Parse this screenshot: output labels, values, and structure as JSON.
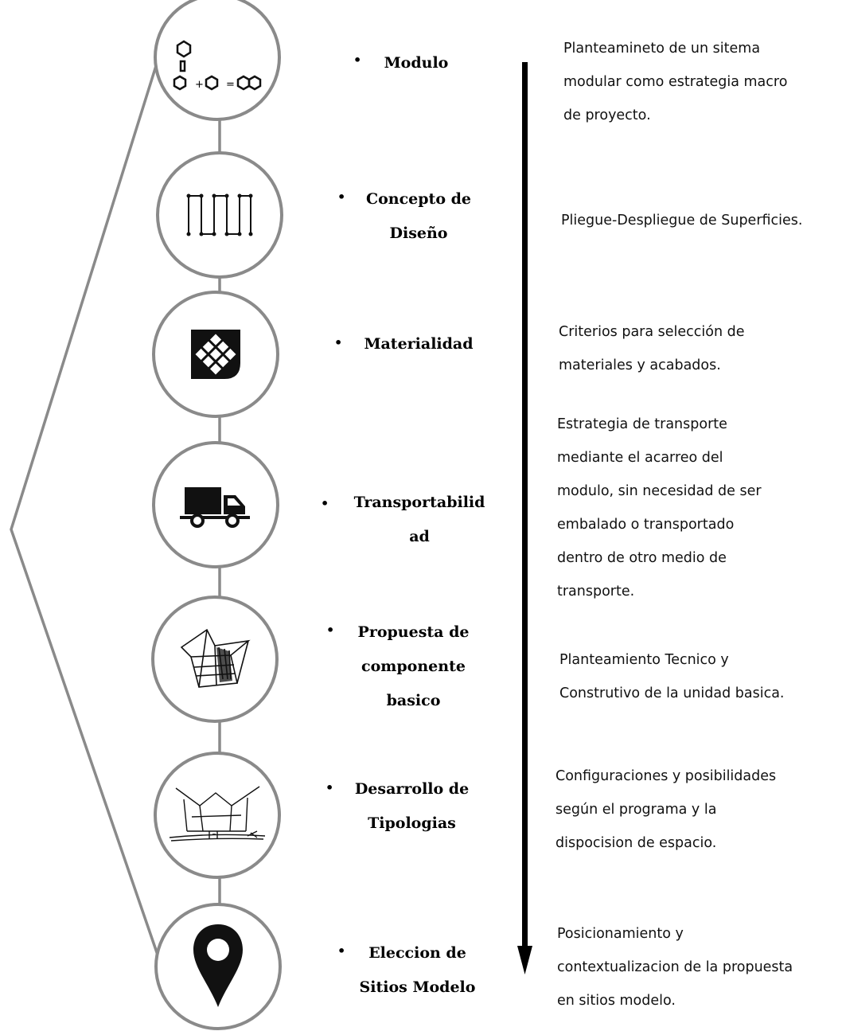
{
  "steps": [
    {
      "title_lines": [
        "Modulo"
      ],
      "description": [
        "Planteamineto de un sitema",
        "modular como estrategia macro",
        "de proyecto."
      ],
      "icon": "modular-cubes-icon"
    },
    {
      "title_lines": [
        "Concepto de",
        "Diseño"
      ],
      "description": [
        "Pliegue-Despliegue de Superficies."
      ],
      "icon": "fold-unfold-icon"
    },
    {
      "title_lines": [
        "Materialidad"
      ],
      "description": [
        "Criterios para selección de",
        "materiales y acabados."
      ],
      "icon": "material-tiles-icon"
    },
    {
      "title_lines": [
        "Transportabilid",
        "ad"
      ],
      "description": [
        "Estrategia de transporte",
        "mediante el acarreo del",
        "modulo, sin necesidad de ser",
        "embalado o transportado",
        "dentro de otro medio de",
        "transporte."
      ],
      "icon": "truck-icon"
    },
    {
      "title_lines": [
        "Propuesta de",
        "componente",
        "basico"
      ],
      "description": [
        "Planteamiento Tecnico y",
        "Construtivo de la unidad basica."
      ],
      "icon": "component-sketch-icon"
    },
    {
      "title_lines": [
        "Desarrollo de",
        "Tipologias"
      ],
      "description": [
        "Configuraciones y posibilidades",
        "según el programa y la",
        "dispocision de espacio."
      ],
      "icon": "typology-sketch-icon"
    },
    {
      "title_lines": [
        "Eleccion de",
        "Sitios Modelo"
      ],
      "description": [
        "Posicionamiento y",
        "contextualizacion de la propuesta",
        "en sitios modelo."
      ],
      "icon": "map-pin-icon"
    }
  ],
  "module_formula": {
    "plus": "+",
    "equals": "="
  },
  "colors": {
    "circle_border": "#8a8a8a",
    "connector": "#8a8a8a",
    "axis": "#000000",
    "icon": "#111111"
  }
}
